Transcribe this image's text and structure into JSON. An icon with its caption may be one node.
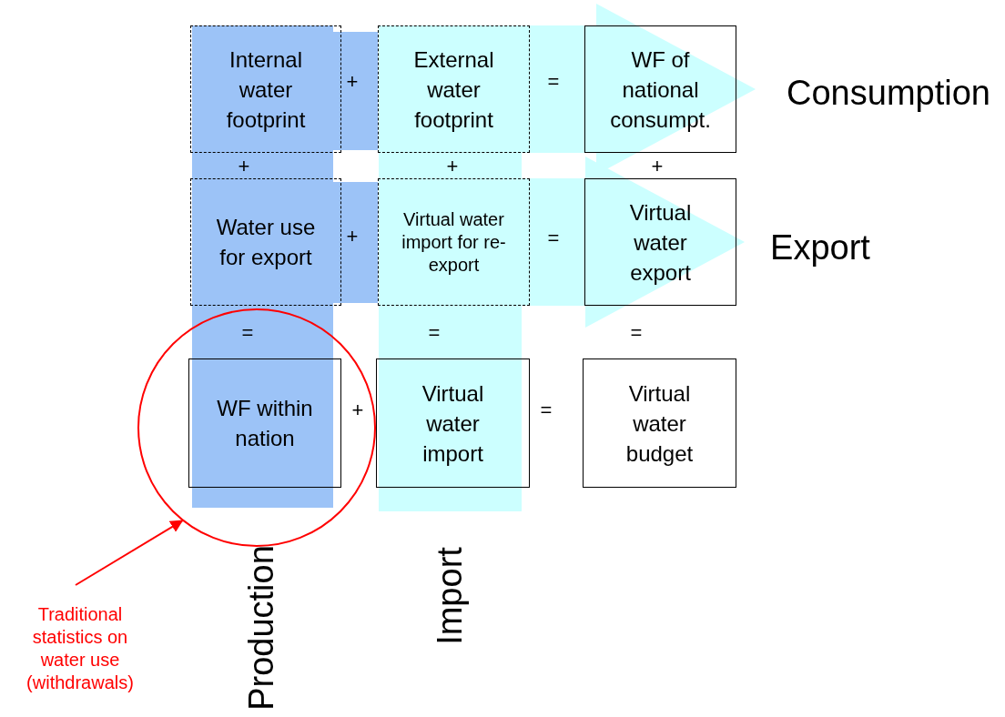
{
  "diagram": {
    "nodes": [
      {
        "text": [
          "Internal water footprint"
        ]
      },
      {
        "text": [
          "External water footprint"
        ]
      },
      {
        "text": [
          "WF of national consumpt."
        ]
      },
      {
        "text": [
          "Water use for export"
        ]
      },
      {
        "text": [
          "Virtual water import for re-export"
        ]
      },
      {
        "text": [
          "Virtual water export"
        ]
      },
      {
        "text": [],
        "shape": "circle"
      },
      {
        "text": [
          "WF within nation"
        ],
        "in": 6
      },
      {
        "text": [
          "Virtual water import"
        ]
      },
      {
        "text": [
          "Virtual water budget"
        ]
      },
      {
        "text": [
          "Traditional statistics on water use (withdrawals)"
        ]
      },
      {
        "text": [
          "Consumption"
        ]
      },
      {
        "text": [
          "Export"
        ]
      }
    ],
    "edges": [
      {
        "from": 10,
        "to": 6,
        "arrow": "to",
        "color": "#ff0000"
      },
      {
        "from": 1,
        "to": 11,
        "arrow": "to",
        "style": "thick",
        "color": "#ccffff"
      },
      {
        "from": 4,
        "to": 12,
        "arrow": "to",
        "style": "thick",
        "color": "#ccffff"
      }
    ],
    "labels": [
      "+",
      "=",
      "+",
      "+",
      "+",
      "+",
      "=",
      "=",
      "=",
      "=",
      "+",
      "=",
      "Production",
      "Import"
    ]
  }
}
